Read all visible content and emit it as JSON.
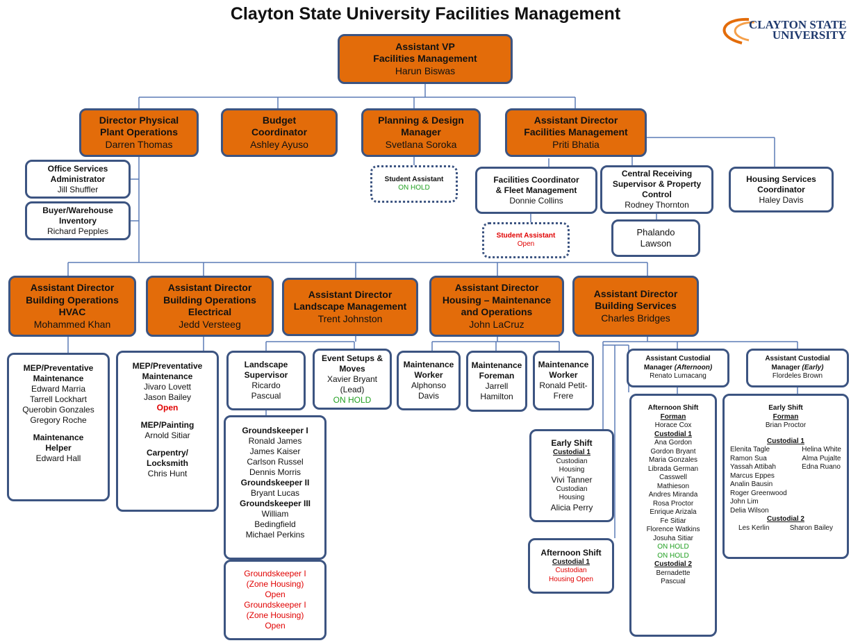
{
  "title": "Clayton State University Facilities Management",
  "logo": {
    "line1": "CLAYTON STATE",
    "line2": "UNIVERSITY"
  },
  "colors": {
    "orange": "#e36c0a",
    "border": "#3c5481",
    "red": "#e00000",
    "green": "#22a022"
  },
  "top": {
    "t1": "Assistant VP",
    "t2": "Facilities Management",
    "n": "Harun Biswas"
  },
  "l2": [
    {
      "t1": "Director Physical",
      "t2": "Plant Operations",
      "n": "Darren Thomas"
    },
    {
      "t1": "Budget",
      "t2": "Coordinator",
      "n": "Ashley Ayuso"
    },
    {
      "t1": "Planning & Design",
      "t2": "Manager",
      "n": "Svetlana Soroka"
    },
    {
      "t1": "Assistant Director",
      "t2": "Facilities Management",
      "n": "Priti Bhatia"
    }
  ],
  "office": {
    "t1": "Office Services",
    "t2": "Administrator",
    "n": "Jill Shuffler"
  },
  "buyer": {
    "t1": "Buyer/Warehouse",
    "t2": "Inventory",
    "n": "Richard Pepples"
  },
  "sa1": {
    "t": "Student Assistant",
    "s": "ON HOLD"
  },
  "fcfm": {
    "t1": "Facilities Coordinator",
    "t2": "& Fleet Management",
    "n": "Donnie Collins"
  },
  "sa2": {
    "t": "Student Assistant",
    "s": "Open"
  },
  "crsp": {
    "t1": "Central Receiving",
    "t2": "Supervisor & Property",
    "t3": "Control",
    "n": "Rodney Thornton"
  },
  "phal": {
    "n1": "Phalando",
    "n2": "Lawson"
  },
  "hsc": {
    "t1": "Housing Services",
    "t2": "Coordinator",
    "n": "Haley Davis"
  },
  "l3": [
    {
      "t1": "Assistant Director",
      "t2": "Building Operations",
      "t3": "HVAC",
      "n": "Mohammed  Khan"
    },
    {
      "t1": "Assistant Director",
      "t2": "Building Operations",
      "t3": "Electrical",
      "n": "Jedd Versteeg"
    },
    {
      "t1": "Assistant Director",
      "t2": "Landscape Management",
      "n": "Trent Johnston"
    },
    {
      "t1": "Assistant Director",
      "t2": "Housing – Maintenance",
      "t3": "and Operations",
      "n": "John LaCruz"
    },
    {
      "t1": "Assistant Director",
      "t2": "Building Services",
      "n": "Charles Bridges"
    }
  ],
  "hvac": {
    "h1": "MEP/Preventative",
    "h2": "Maintenance",
    "names": [
      "Edward Marria",
      "Tarrell Lockhart",
      "Querobin Gonzales",
      "Gregory Roche"
    ],
    "h3": "Maintenance",
    "h4": "Helper",
    "n5": "Edward Hall"
  },
  "elec": {
    "h1": "MEP/Preventative",
    "h2": "Maintenance",
    "n1": "Jivaro Lovett",
    "n2": "Jason Bailey",
    "open": "Open",
    "h3": "MEP/Painting",
    "n3": "Arnold Sitiar",
    "h4": "Carpentry/",
    "h5": "Locksmith",
    "n4": "Chris Hunt"
  },
  "lsup": {
    "t1": "Landscape",
    "t2": "Supervisor",
    "n1": "Ricardo",
    "n2": "Pascual"
  },
  "event": {
    "t1": "Event Setups &",
    "t2": "Moves",
    "n1": "Xavier Bryant",
    "n2": "(Lead)",
    "s": "ON HOLD"
  },
  "grounds": {
    "g1": "Groundskeeper I",
    "g1n": [
      "Ronald James",
      "James Kaiser",
      "Carlson Russel",
      "Dennis Morris"
    ],
    "g2": "Groundskeeper II",
    "g2n": "Bryant Lucas",
    "g3": "Groundskeeper III",
    "g3n": [
      "William",
      "Bedingfield",
      "Michael Perkins"
    ]
  },
  "gzone": [
    "Groundskeeper I",
    "(Zone Housing)",
    "Open",
    "Groundskeeper I",
    "(Zone Housing)",
    "Open"
  ],
  "mw1": {
    "t1": "Maintenance",
    "t2": "Worker",
    "n1": "Alphonso",
    "n2": "Davis"
  },
  "mf": {
    "t1": "Maintenance",
    "t2": "Foreman",
    "n1": "Jarrell",
    "n2": "Hamilton"
  },
  "mw2": {
    "t1": "Maintenance",
    "t2": "Worker",
    "n1": "Ronald Petit-",
    "n2": "Frere"
  },
  "acmA": {
    "t1": "Assistant Custodial",
    "t2": "Manager ",
    "t3": "(Afternoon)",
    "n": "Renato Lumacang"
  },
  "acmE": {
    "t1": "Assistant Custodial",
    "t2": "Manager ",
    "t3": "(Early)",
    "n": "Flordeles  Brown"
  },
  "early": {
    "h": "Early Shift",
    "c": "Custodial 1",
    "a1": "Custodian",
    "a2": "Housing",
    "n1": "Vivi Tanner",
    "b1": "Custodian",
    "b2": "Housing",
    "n2": "Alicia Perry"
  },
  "aft": {
    "h": "Afternoon Shift",
    "c": "Custodial 1",
    "r1": "Custodian",
    "r2": "Housing Open"
  },
  "aftlist": {
    "h": "Afternoon Shift",
    "f": "Forman",
    "fn": "Horace Cox",
    "c1": "Custodial 1",
    "c1n": [
      "Ana Gordon",
      "Gordon Bryant",
      "Maria  Gonzales",
      "Librada German",
      "Casswell",
      "Mathieson",
      "Andres  Miranda",
      "Rosa Proctor",
      "Enrique  Arizala",
      "Fe Sitiar",
      "Florence  Watkins",
      "Josuha Sitiar"
    ],
    "hold1": "ON HOLD",
    "hold2": "ON HOLD",
    "c2": "Custodial 2",
    "c2n1": "Bernadette",
    "c2n2": "Pascual"
  },
  "earlylist": {
    "h": "Early Shift",
    "f": "Forman",
    "fn": "Brian Proctor",
    "c1": "Custodial 1",
    "left": [
      "Elenita  Tagle",
      "Ramon  Sua",
      "Yassah  Attibah",
      "Marcus Eppes",
      "Analin Bausin",
      "Roger Greenwood",
      "John Lim",
      "Delia Wilson"
    ],
    "right": [
      "Helina White",
      "Alma  Pujalte",
      "Edna Ruano"
    ],
    "c2": "Custodial 2",
    "c2l": "Les  Kerlin",
    "c2r": "Sharon  Bailey"
  }
}
